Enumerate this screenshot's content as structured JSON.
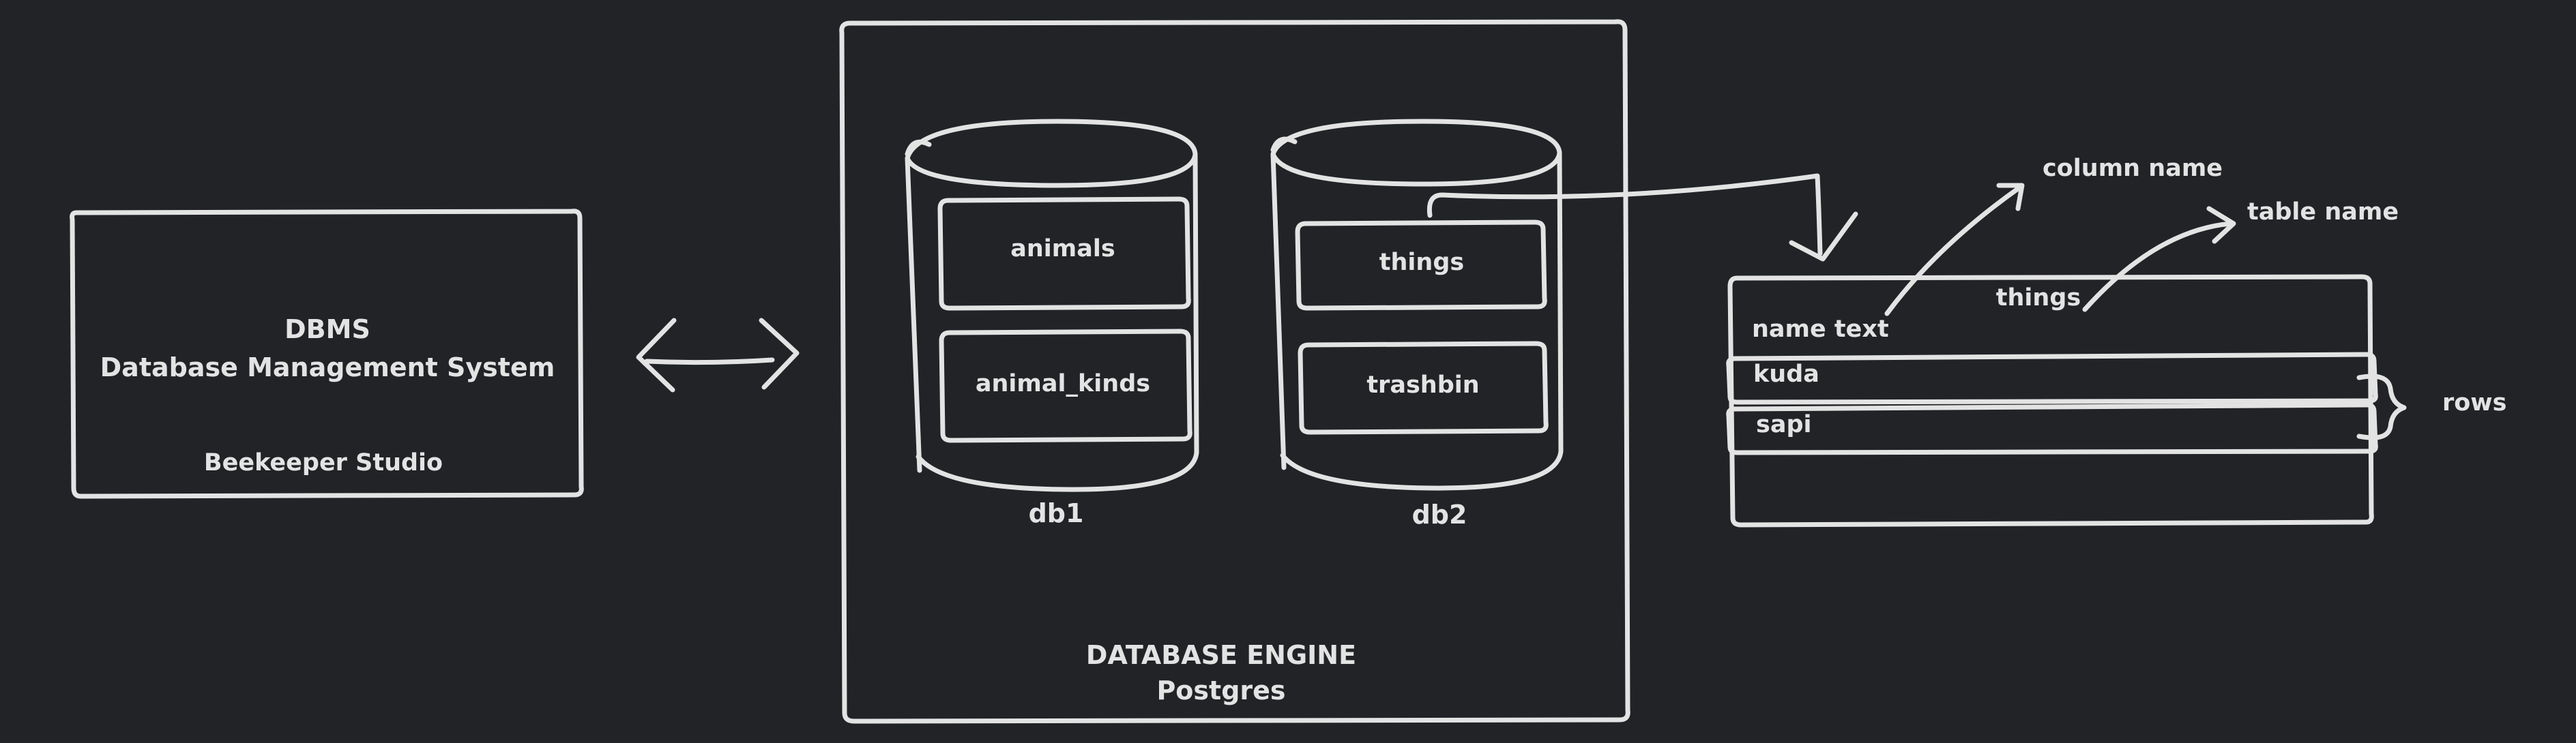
{
  "colors": {
    "background": "#212327",
    "stroke": "#e3e3e3"
  },
  "dbms_box": {
    "title": "DBMS",
    "subtitle": "Database Management System",
    "client": "Beekeeper Studio"
  },
  "engine_box": {
    "title": "DATABASE ENGINE",
    "subtitle": "Postgres"
  },
  "databases": [
    {
      "name": "db1",
      "tables": [
        "animals",
        "animal_kinds"
      ]
    },
    {
      "name": "db2",
      "tables": [
        "things",
        "trashbin"
      ]
    }
  ],
  "table_detail": {
    "table_name": "things",
    "column_header": "name text",
    "rows": [
      "kuda",
      "sapi"
    ]
  },
  "annotations": {
    "column_name": "column name",
    "table_name": "table name",
    "rows": "rows"
  }
}
